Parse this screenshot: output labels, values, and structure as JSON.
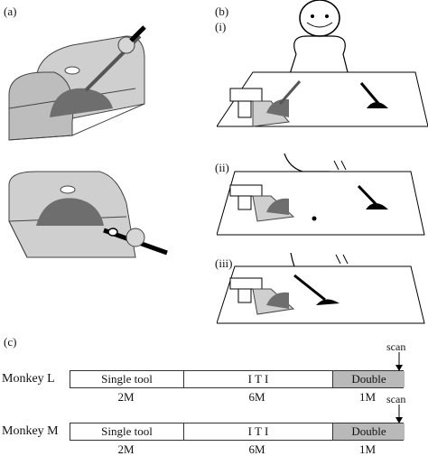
{
  "panels": {
    "a": {
      "label": "(a)"
    },
    "b": {
      "label": "(b)",
      "sub": [
        "(i)",
        "(ii)",
        "(iii)"
      ]
    },
    "c": {
      "label": "(c)"
    }
  },
  "timeline": {
    "rows": [
      {
        "name": "Monkey L",
        "segments": [
          {
            "label": "Single tool",
            "duration": "2M",
            "color": "#ffffff"
          },
          {
            "label": "I T I",
            "duration": "6M",
            "color": "#ffffff"
          },
          {
            "label": "Double",
            "duration": "1M",
            "color": "#b9b9b9"
          }
        ],
        "marker": "scan"
      },
      {
        "name": "Monkey M",
        "segments": [
          {
            "label": "Single tool",
            "duration": "2M",
            "color": "#ffffff"
          },
          {
            "label": "I T I",
            "duration": "6M",
            "color": "#ffffff"
          },
          {
            "label": "Double",
            "duration": "1M",
            "color": "#b9b9b9"
          }
        ],
        "marker": "scan"
      }
    ]
  },
  "colors": {
    "box": "#bdbdbd",
    "dome": "#6e6e6e",
    "outline": "#444444",
    "tool": "#000000"
  }
}
